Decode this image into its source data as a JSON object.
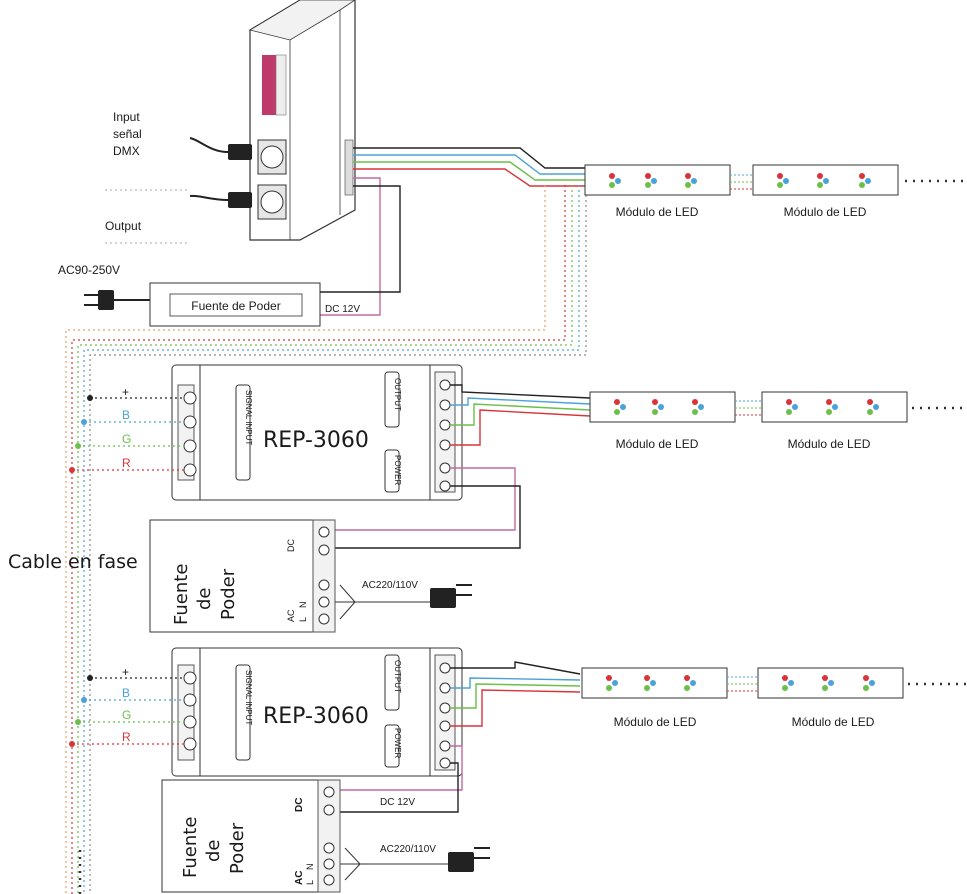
{
  "dmx_controller": {
    "input_label_line1": "Input",
    "input_label_line2": "señal",
    "input_label_line3": "DMX",
    "output_label": "Output"
  },
  "main_supply": {
    "ac_label": "AC90-250V",
    "box_label": "Fuente de Poder",
    "dc_label": "DC 12V"
  },
  "phase_label": "Cable en fase",
  "led_module_label": "Módulo de LED",
  "repeaters": [
    {
      "name": "REP-3060",
      "signal_input_label": "SIGNAL INPUT",
      "output_label": "OUTPUT",
      "power_label": "POWER",
      "bus_labels": [
        "+",
        "B",
        "G",
        "R"
      ],
      "supply": {
        "line1": "Fuente",
        "line2": "de",
        "line3": "Poder",
        "dc": "DC",
        "ac": "AC",
        "l": "L",
        "n": "N",
        "ac_in": "AC220/110V",
        "dc_out": ""
      }
    },
    {
      "name": "REP-3060",
      "signal_input_label": "SIGNAL INPUT",
      "output_label": "OUTPUT",
      "power_label": "POWER",
      "bus_labels": [
        "+",
        "B",
        "G",
        "R"
      ],
      "supply": {
        "line1": "Fuente",
        "line2": "de",
        "line3": "Poder",
        "dc": "DC",
        "ac": "AC",
        "l": "L",
        "n": "N",
        "ac_in": "AC220/110V",
        "dc_out": "DC 12V"
      }
    }
  ],
  "wire_colors": {
    "plus": "#222222",
    "blue": "#4aa3d8",
    "green": "#6cbf4a",
    "red": "#d9343a",
    "pink": "#c46aa0"
  }
}
